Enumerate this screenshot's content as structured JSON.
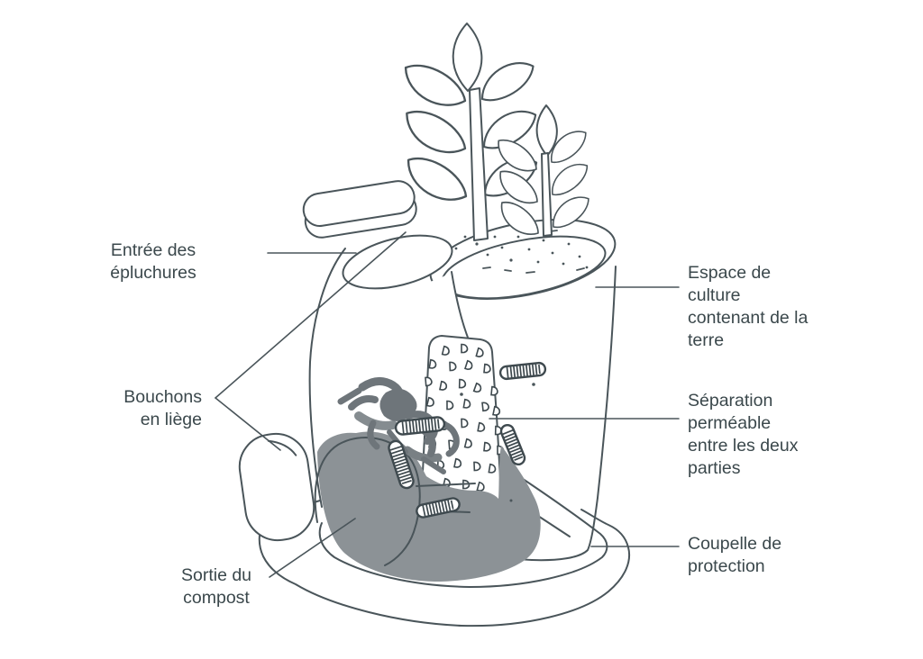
{
  "figure": {
    "background_color": "#ffffff",
    "outline_color": "#4a555a",
    "dark_accent_color": "#3e494e",
    "text_color": "#3b484c",
    "compost_color": "#8c9296",
    "scraps_color": "#6e757a"
  },
  "labels": {
    "entree": {
      "lines": [
        "Entrée des",
        "épluchures"
      ]
    },
    "bouchons": {
      "lines": [
        "Bouchons",
        "en liège"
      ]
    },
    "sortie": {
      "lines": [
        "Sortie du",
        "compost"
      ]
    },
    "espace": {
      "lines": [
        "Espace de",
        "culture",
        "contenant de la",
        "terre"
      ]
    },
    "separation": {
      "lines": [
        "Séparation",
        "perméable",
        "entre les deux",
        "parties"
      ]
    },
    "coupelle": {
      "lines": [
        "Coupelle de",
        "protection"
      ]
    }
  }
}
